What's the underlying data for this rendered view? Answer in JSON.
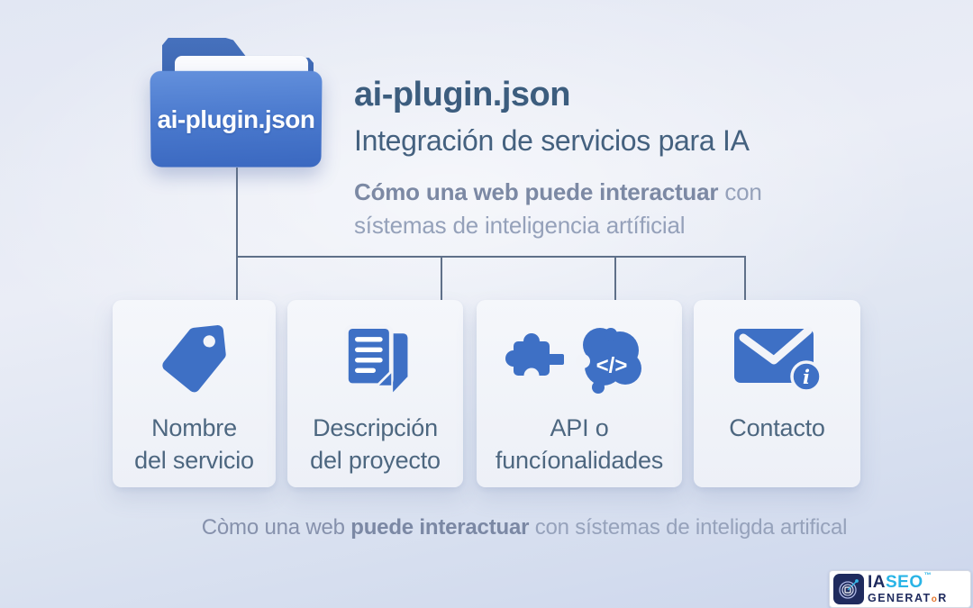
{
  "colors": {
    "icon_blue": "#3e70c5",
    "folder_front_top": "#6390dc",
    "folder_front_bottom": "#3a68c0",
    "folder_back": "#355fa9",
    "title_text": "#3c5d7e",
    "muted_text_bold": "#7c89a4",
    "muted_text_light": "#95a1ba",
    "card_background": "#f2f4f9",
    "connector_line": "#5f7089",
    "background_top": "#e8ebf5",
    "background_bottom": "#ccd6ec",
    "logo_navy": "#1f2b5e",
    "logo_cyan": "#29b4e6",
    "logo_orange": "#e4762c"
  },
  "folder": {
    "label": "ai-plugin.json"
  },
  "header": {
    "title": "ai-plugin.json",
    "subtitle": "Integración de servicios para IA",
    "description_bold": "Cómo una web puede interactuar",
    "description_rest": " con sístemas de inteligencia artíficial"
  },
  "cards": [
    {
      "icon": "tag-icon",
      "label": "Nombre\ndel servicio"
    },
    {
      "icon": "document-icon",
      "label": "Descripción\ndel proyecto"
    },
    {
      "icon": "puzzle-code-icon",
      "label": "API o\nfuncíonalidades",
      "code_glyph": "</>"
    },
    {
      "icon": "envelope-info-icon",
      "label": "Contacto",
      "badge_glyph": "i"
    }
  ],
  "footer": {
    "tagline_start": "Còmo una web ",
    "tagline_bold": "puede interactuar",
    "tagline_rest": " con sístemas de inteligda artifical"
  },
  "logo": {
    "brand_part1": "IA",
    "brand_part2": "SEO",
    "trademark": "™",
    "brand_sub_1": "GENERAT",
    "brand_sub_o": "o",
    "brand_sub_2": "R"
  }
}
